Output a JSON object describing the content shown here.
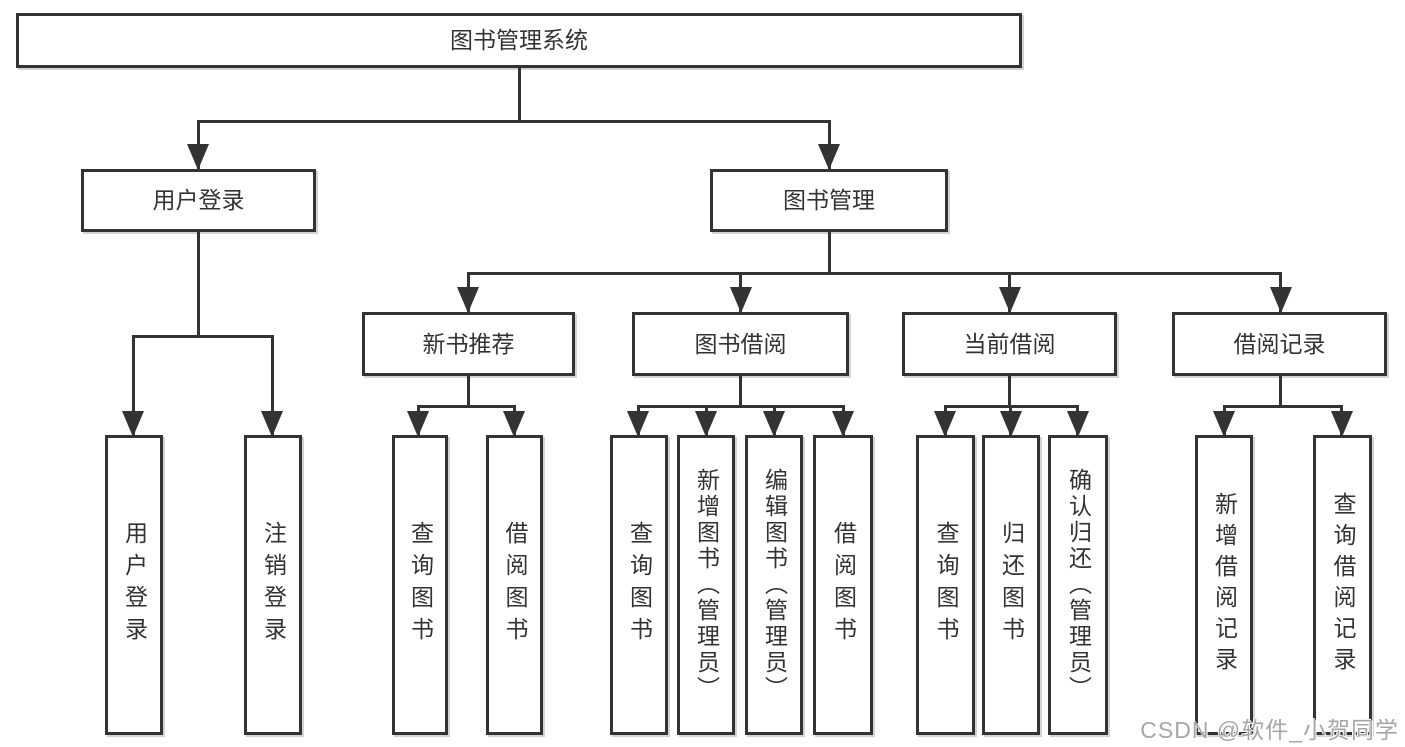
{
  "diagram": {
    "colors": {
      "line": "#333333",
      "text": "#333333",
      "watermark": "#a6a6a6",
      "background": "#ffffff"
    },
    "watermark": "CSDN @软件_小贺同学",
    "tree": {
      "root": "图书管理系统",
      "branches": [
        {
          "label": "用户登录",
          "children": [
            "用户登录",
            "注销登录"
          ]
        },
        {
          "label": "图书管理",
          "groups": [
            {
              "label": "新书推荐",
              "children": [
                "查询图书",
                "借阅图书"
              ]
            },
            {
              "label": "图书借阅",
              "children": [
                "查询图书",
                "新增图书（管理员）",
                "编辑图书（管理员）",
                "借阅图书"
              ]
            },
            {
              "label": "当前借阅",
              "children": [
                "查询图书",
                "归还图书",
                "确认归还（管理员）"
              ]
            },
            {
              "label": "借阅记录",
              "children": [
                "新增借阅记录",
                "查询借阅记录"
              ]
            }
          ]
        }
      ]
    }
  }
}
